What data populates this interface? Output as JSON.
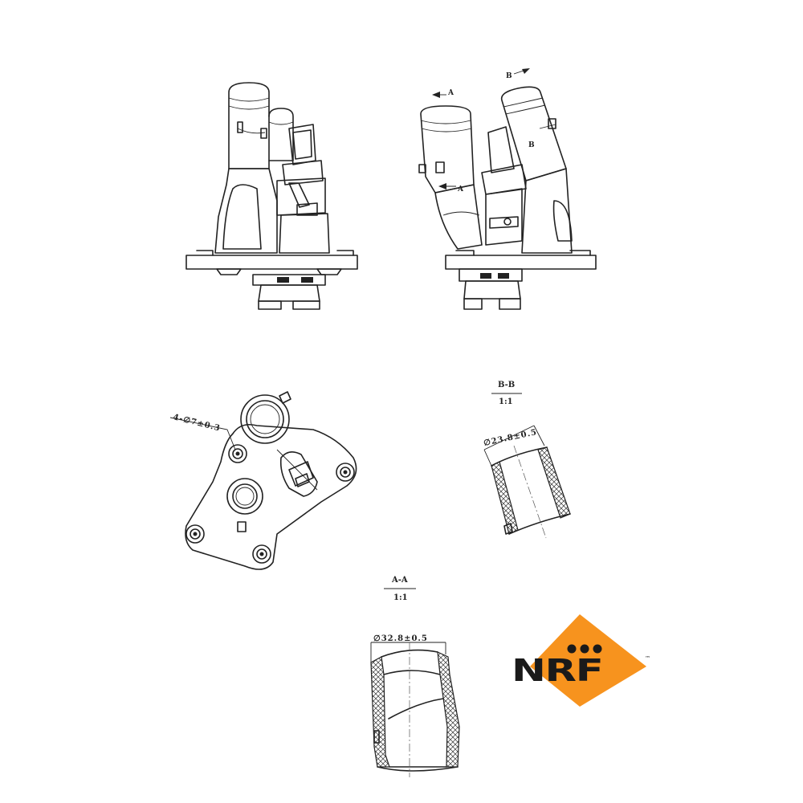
{
  "section_labels": {
    "front_a_arrow": "A",
    "front_a_arrow_lower": "A",
    "front_b_arrow": "B",
    "front_b_arrow_lower": "B"
  },
  "bottom_view": {
    "hole_callout": "4-∅7±0.3"
  },
  "section_b": {
    "title": "B-B",
    "scale": "1:1",
    "diameter": "∅23.8±0.5"
  },
  "section_a": {
    "title": "A-A",
    "scale": "1:1",
    "diameter": "∅32.8±0.5"
  },
  "logo": {
    "text": "NRF",
    "trademark": "™",
    "brand_color": "#f7931e",
    "ink_color": "#1a1a1a"
  }
}
